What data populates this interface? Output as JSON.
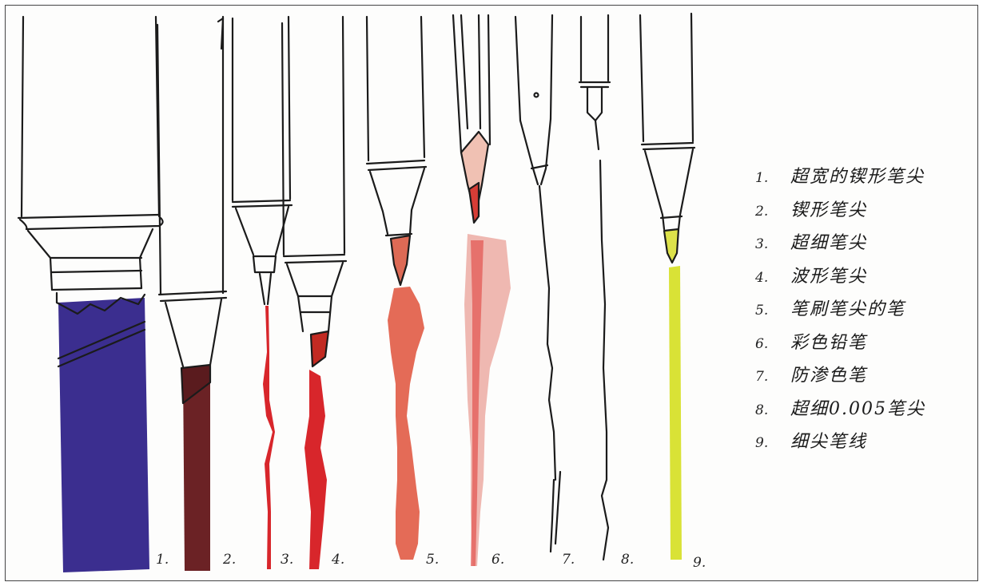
{
  "pens": [
    {
      "number": "1.",
      "label": "超宽的锲形笔尖",
      "ink_color": "#3b2e8f"
    },
    {
      "number": "2.",
      "label": "锲形笔尖",
      "ink_color": "#6b2225"
    },
    {
      "number": "3.",
      "label": "超细笔尖",
      "ink_color": "#d8262b"
    },
    {
      "number": "4.",
      "label": "波形笔尖",
      "ink_color": "#d8262b"
    },
    {
      "number": "5.",
      "label": "笔刷笔尖的笔",
      "ink_color": "#e46b57"
    },
    {
      "number": "6.",
      "label": "彩色铅笔",
      "ink_color": "#e35a55"
    },
    {
      "number": "7.",
      "label": "防渗色笔",
      "ink_color": "#222222"
    },
    {
      "number": "8.",
      "label": "超细0.005笔尖",
      "ink_color": "#222222"
    },
    {
      "number": "9.",
      "label": "细尖笔线",
      "ink_color": "#d9e236"
    }
  ]
}
